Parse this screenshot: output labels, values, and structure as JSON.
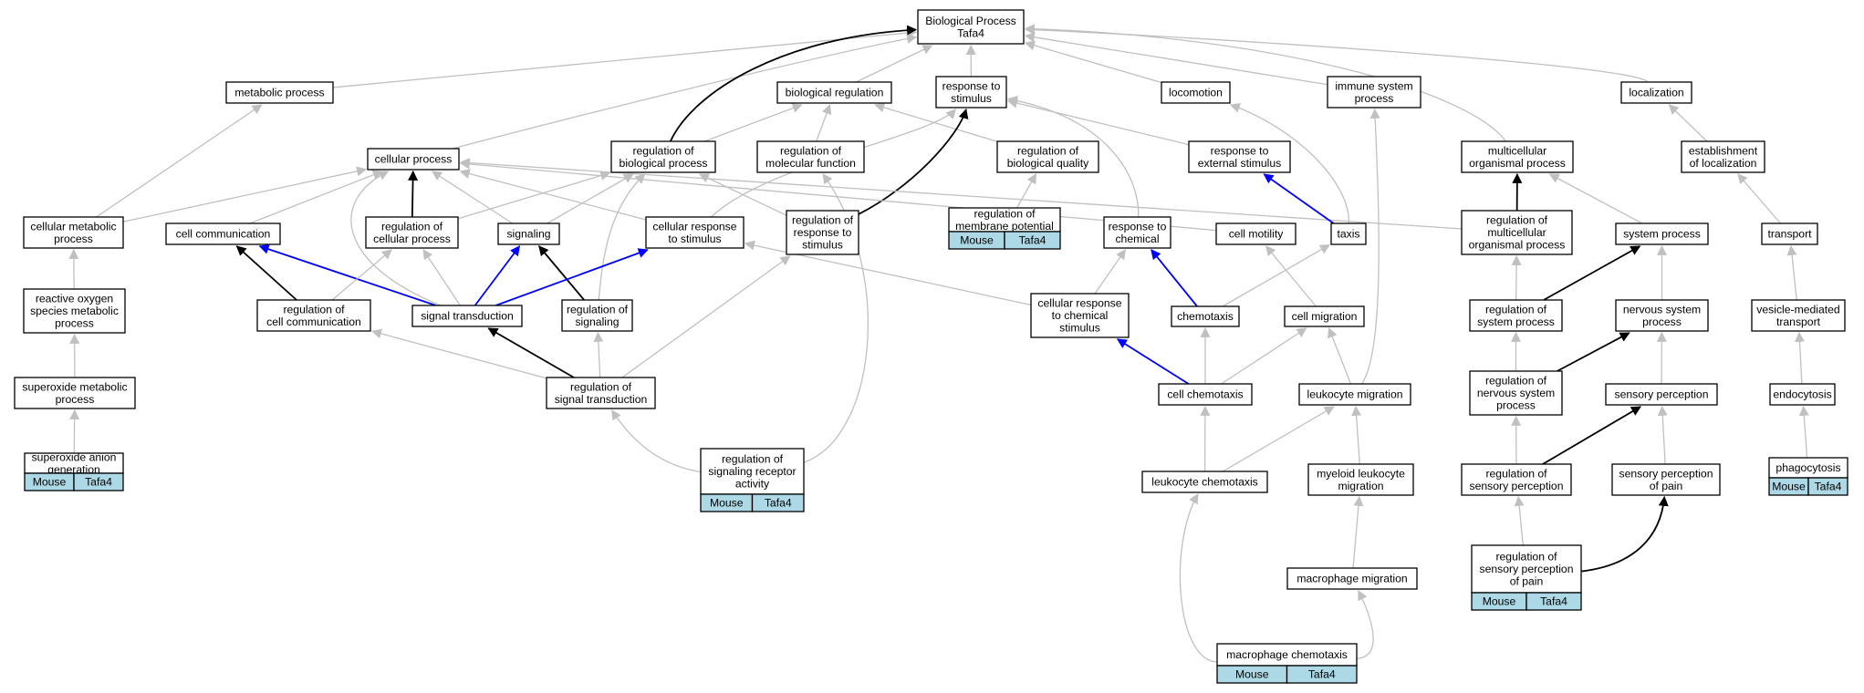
{
  "colors": {
    "edge_gray": "#c0c0c0",
    "edge_black": "#000000",
    "edge_blue": "#0000ff",
    "annotation": "#add8e6"
  },
  "nodes": [
    {
      "id": "bp",
      "lines": [
        "Biological Process",
        "Tafa4"
      ]
    },
    {
      "id": "metab",
      "lines": [
        "metabolic process"
      ]
    },
    {
      "id": "bioreg",
      "lines": [
        "biological regulation"
      ]
    },
    {
      "id": "rstim",
      "lines": [
        "response to",
        "stimulus"
      ]
    },
    {
      "id": "locom",
      "lines": [
        "locomotion"
      ]
    },
    {
      "id": "immune",
      "lines": [
        "immune system",
        "process"
      ]
    },
    {
      "id": "local",
      "lines": [
        "localization"
      ]
    },
    {
      "id": "cellproc",
      "lines": [
        "cellular process"
      ]
    },
    {
      "id": "regbio",
      "lines": [
        "regulation of",
        "biological process"
      ]
    },
    {
      "id": "regmol",
      "lines": [
        "regulation of",
        "molecular function"
      ]
    },
    {
      "id": "regqual",
      "lines": [
        "regulation of",
        "biological quality"
      ]
    },
    {
      "id": "rext",
      "lines": [
        "response to",
        "external stimulus"
      ]
    },
    {
      "id": "multi",
      "lines": [
        "multicellular",
        "organismal process"
      ]
    },
    {
      "id": "estab",
      "lines": [
        "establishment",
        "of localization"
      ]
    },
    {
      "id": "cellmetab",
      "lines": [
        "cellular metabolic",
        "process"
      ]
    },
    {
      "id": "cellcomm",
      "lines": [
        "cell communication"
      ]
    },
    {
      "id": "regcell",
      "lines": [
        "regulation of",
        "cellular process"
      ]
    },
    {
      "id": "signaling",
      "lines": [
        "signaling"
      ]
    },
    {
      "id": "cresp",
      "lines": [
        "cellular response",
        "to stimulus"
      ]
    },
    {
      "id": "regresp",
      "lines": [
        "regulation of",
        "response to",
        "stimulus"
      ]
    },
    {
      "id": "regmemb",
      "lines": [
        "regulation of",
        "membrane potential"
      ],
      "tags": [
        "Mouse",
        "Tafa4"
      ]
    },
    {
      "id": "rchem",
      "lines": [
        "response to",
        "chemical"
      ]
    },
    {
      "id": "motil",
      "lines": [
        "cell motility"
      ]
    },
    {
      "id": "taxis",
      "lines": [
        "taxis"
      ]
    },
    {
      "id": "regmulti",
      "lines": [
        "regulation of",
        "multicellular",
        "organismal process"
      ]
    },
    {
      "id": "sysproc",
      "lines": [
        "system process"
      ]
    },
    {
      "id": "transport",
      "lines": [
        "transport"
      ]
    },
    {
      "id": "ros",
      "lines": [
        "reactive oxygen",
        "species metabolic",
        "process"
      ]
    },
    {
      "id": "regcomm",
      "lines": [
        "regulation of",
        "cell communication"
      ]
    },
    {
      "id": "sigtrans",
      "lines": [
        "signal transduction"
      ]
    },
    {
      "id": "regsig",
      "lines": [
        "regulation of",
        "signaling"
      ]
    },
    {
      "id": "crchem",
      "lines": [
        "cellular response",
        "to chemical",
        "stimulus"
      ]
    },
    {
      "id": "chemo",
      "lines": [
        "chemotaxis"
      ]
    },
    {
      "id": "migr",
      "lines": [
        "cell migration"
      ]
    },
    {
      "id": "regsys",
      "lines": [
        "regulation of",
        "system process"
      ]
    },
    {
      "id": "nerv",
      "lines": [
        "nervous system",
        "process"
      ]
    },
    {
      "id": "vesic",
      "lines": [
        "vesicle-mediated",
        "transport"
      ]
    },
    {
      "id": "superox",
      "lines": [
        "superoxide metabolic",
        "process"
      ]
    },
    {
      "id": "regst",
      "lines": [
        "regulation of",
        "signal transduction"
      ]
    },
    {
      "id": "cellchemo",
      "lines": [
        "cell chemotaxis"
      ]
    },
    {
      "id": "leukmig",
      "lines": [
        "leukocyte migration"
      ]
    },
    {
      "id": "regnerv",
      "lines": [
        "regulation of",
        "nervous system",
        "process"
      ]
    },
    {
      "id": "sensperc",
      "lines": [
        "sensory perception"
      ]
    },
    {
      "id": "endo",
      "lines": [
        "endocytosis"
      ]
    },
    {
      "id": "supanion",
      "lines": [
        "superoxide anion",
        "generation"
      ],
      "tags": [
        "Mouse",
        "Tafa4"
      ]
    },
    {
      "id": "regsrec",
      "lines": [
        "regulation of",
        "signaling receptor",
        "activity"
      ],
      "tags": [
        "Mouse",
        "Tafa4"
      ]
    },
    {
      "id": "leukchemo",
      "lines": [
        "leukocyte chemotaxis"
      ]
    },
    {
      "id": "myeloid",
      "lines": [
        "myeloid leukocyte",
        "migration"
      ]
    },
    {
      "id": "regsensp",
      "lines": [
        "regulation of",
        "sensory perception"
      ]
    },
    {
      "id": "senspain",
      "lines": [
        "sensory perception",
        "of pain"
      ]
    },
    {
      "id": "phago",
      "lines": [
        "phagocytosis"
      ],
      "tags": [
        "Mouse",
        "Tafa4"
      ]
    },
    {
      "id": "regpain",
      "lines": [
        "regulation of",
        "sensory perception",
        "of pain"
      ],
      "tags": [
        "Mouse",
        "Tafa4"
      ]
    },
    {
      "id": "macmig",
      "lines": [
        "macrophage migration"
      ]
    },
    {
      "id": "macchemo",
      "lines": [
        "macrophage chemotaxis"
      ],
      "tags": [
        "Mouse",
        "Tafa4"
      ]
    }
  ],
  "edges": [
    {
      "from": "metab",
      "to": "bp",
      "color": "gray"
    },
    {
      "from": "bioreg",
      "to": "bp",
      "color": "gray"
    },
    {
      "from": "rstim",
      "to": "bp",
      "color": "gray"
    },
    {
      "from": "locom",
      "to": "bp",
      "color": "gray"
    },
    {
      "from": "immune",
      "to": "bp",
      "color": "gray"
    },
    {
      "from": "local",
      "to": "bp",
      "color": "gray"
    },
    {
      "from": "cellproc",
      "to": "bp",
      "color": "gray"
    },
    {
      "from": "regbio",
      "to": "bp",
      "color": "black"
    },
    {
      "from": "multi",
      "to": "bp",
      "color": "gray"
    },
    {
      "from": "regbio",
      "to": "bioreg",
      "color": "gray"
    },
    {
      "from": "regmol",
      "to": "bioreg",
      "color": "gray"
    },
    {
      "from": "regqual",
      "to": "bioreg",
      "color": "gray"
    },
    {
      "from": "rext",
      "to": "rstim",
      "color": "gray"
    },
    {
      "from": "rchem",
      "to": "rstim",
      "color": "gray"
    },
    {
      "from": "cresp",
      "to": "rstim",
      "color": "gray"
    },
    {
      "from": "regresp",
      "to": "rstim",
      "color": "black"
    },
    {
      "from": "taxis",
      "to": "locom",
      "color": "gray"
    },
    {
      "from": "estab",
      "to": "local",
      "color": "gray"
    },
    {
      "from": "cellmetab",
      "to": "metab",
      "color": "gray"
    },
    {
      "from": "cellmetab",
      "to": "cellproc",
      "color": "gray"
    },
    {
      "from": "cellcomm",
      "to": "cellproc",
      "color": "gray"
    },
    {
      "from": "regcell",
      "to": "cellproc",
      "color": "black"
    },
    {
      "from": "signaling",
      "to": "cellproc",
      "color": "gray"
    },
    {
      "from": "cresp",
      "to": "cellproc",
      "color": "gray"
    },
    {
      "from": "sigtrans",
      "to": "cellproc",
      "color": "gray"
    },
    {
      "from": "motil",
      "to": "cellproc",
      "color": "gray"
    },
    {
      "from": "regmulti",
      "to": "cellproc",
      "color": "gray"
    },
    {
      "from": "regcell",
      "to": "regbio",
      "color": "gray"
    },
    {
      "from": "regsig",
      "to": "regbio",
      "color": "gray"
    },
    {
      "from": "regresp",
      "to": "regbio",
      "color": "gray"
    },
    {
      "from": "signaling",
      "to": "regbio",
      "color": "gray"
    },
    {
      "from": "regsrec",
      "to": "regmol",
      "color": "gray"
    },
    {
      "from": "regmemb",
      "to": "regqual",
      "color": "gray"
    },
    {
      "from": "taxis",
      "to": "rext",
      "color": "blue"
    },
    {
      "from": "regmulti",
      "to": "multi",
      "color": "black"
    },
    {
      "from": "sysproc",
      "to": "multi",
      "color": "gray"
    },
    {
      "from": "transport",
      "to": "estab",
      "color": "gray"
    },
    {
      "from": "ros",
      "to": "cellmetab",
      "color": "gray"
    },
    {
      "from": "regcomm",
      "to": "cellcomm",
      "color": "black"
    },
    {
      "from": "sigtrans",
      "to": "cellcomm",
      "color": "blue"
    },
    {
      "from": "regcomm",
      "to": "regcell",
      "color": "gray"
    },
    {
      "from": "sigtrans",
      "to": "regcell",
      "color": "gray"
    },
    {
      "from": "sigtrans",
      "to": "signaling",
      "color": "blue"
    },
    {
      "from": "regsig",
      "to": "signaling",
      "color": "black"
    },
    {
      "from": "sigtrans",
      "to": "cresp",
      "color": "blue"
    },
    {
      "from": "crchem",
      "to": "cresp",
      "color": "gray"
    },
    {
      "from": "regst",
      "to": "regresp",
      "color": "gray"
    },
    {
      "from": "crchem",
      "to": "rchem",
      "color": "gray"
    },
    {
      "from": "chemo",
      "to": "rchem",
      "color": "blue"
    },
    {
      "from": "migr",
      "to": "motil",
      "color": "gray"
    },
    {
      "from": "chemo",
      "to": "taxis",
      "color": "gray"
    },
    {
      "from": "regsys",
      "to": "regmulti",
      "color": "gray"
    },
    {
      "from": "regsys",
      "to": "sysproc",
      "color": "black"
    },
    {
      "from": "nerv",
      "to": "sysproc",
      "color": "gray"
    },
    {
      "from": "vesic",
      "to": "transport",
      "color": "gray"
    },
    {
      "from": "superox",
      "to": "ros",
      "color": "gray"
    },
    {
      "from": "regst",
      "to": "regcomm",
      "color": "gray"
    },
    {
      "from": "regst",
      "to": "sigtrans",
      "color": "black"
    },
    {
      "from": "regst",
      "to": "regsig",
      "color": "gray"
    },
    {
      "from": "cellchemo",
      "to": "crchem",
      "color": "blue"
    },
    {
      "from": "cellchemo",
      "to": "chemo",
      "color": "gray"
    },
    {
      "from": "cellchemo",
      "to": "migr",
      "color": "gray"
    },
    {
      "from": "leukmig",
      "to": "migr",
      "color": "gray"
    },
    {
      "from": "leukmig",
      "to": "immune",
      "color": "gray"
    },
    {
      "from": "regnerv",
      "to": "regsys",
      "color": "gray"
    },
    {
      "from": "regnerv",
      "to": "nerv",
      "color": "black"
    },
    {
      "from": "sensperc",
      "to": "nerv",
      "color": "gray"
    },
    {
      "from": "endo",
      "to": "vesic",
      "color": "gray"
    },
    {
      "from": "supanion",
      "to": "superox",
      "color": "gray"
    },
    {
      "from": "regsrec",
      "to": "regst",
      "color": "gray"
    },
    {
      "from": "leukchemo",
      "to": "cellchemo",
      "color": "gray"
    },
    {
      "from": "leukchemo",
      "to": "leukmig",
      "color": "gray"
    },
    {
      "from": "myeloid",
      "to": "leukmig",
      "color": "gray"
    },
    {
      "from": "regsensp",
      "to": "regnerv",
      "color": "gray"
    },
    {
      "from": "regsensp",
      "to": "sensperc",
      "color": "black"
    },
    {
      "from": "senspain",
      "to": "sensperc",
      "color": "gray"
    },
    {
      "from": "phago",
      "to": "endo",
      "color": "gray"
    },
    {
      "from": "regpain",
      "to": "regsensp",
      "color": "gray"
    },
    {
      "from": "regpain",
      "to": "senspain",
      "color": "black"
    },
    {
      "from": "macmig",
      "to": "myeloid",
      "color": "gray"
    },
    {
      "from": "macchemo",
      "to": "leukchemo",
      "color": "gray"
    },
    {
      "from": "macchemo",
      "to": "macmig",
      "color": "gray"
    }
  ]
}
